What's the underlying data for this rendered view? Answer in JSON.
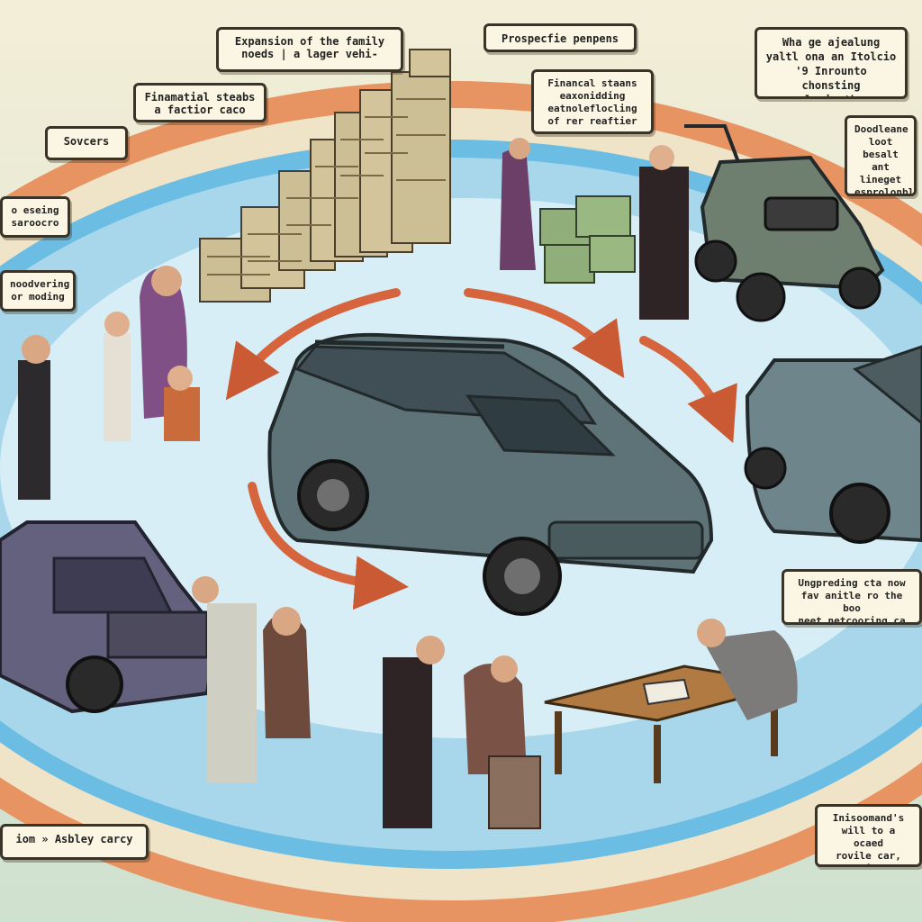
{
  "diagram": {
    "callouts": {
      "expansion": "Expansion of the family\nnoeds | a lager vehi-",
      "prospective": "Prospecfie penpens",
      "who_ge": "Wha ge ajealung\nyaltl ona an Itolcio\n'9 Inrounto chonsting\nnewnals in the mes",
      "financial_left": "Finamatial steabs\na factior caco",
      "financial_center": "Financal staans\neaxonidding\neatnoleflocling\nof rer reaftier",
      "sources": "Sovcers",
      "dooddean": "Doodleane\nloot besalt\nant lineget\nesprolonbly\nesdore car",
      "seeing": "o eseing\nsaroocro",
      "noodvering": "noodvering\nor moding",
      "upgrading": "Ungpreding cta now\nfav anitle ro the boo\nneet netcooring ca",
      "ashey": "iom   » Asbley carcy",
      "inisoomand": "Inisoomand's\nwill to a ocaed\nrovile car, wie"
    }
  },
  "colors": {
    "background": "#efe9cf",
    "ring_blue": "#5fb4df",
    "ring_orange": "#dd7a45",
    "inner_disc": "#dcf0f8",
    "arrow": "#d6643c",
    "car_body": "#5e7378"
  }
}
